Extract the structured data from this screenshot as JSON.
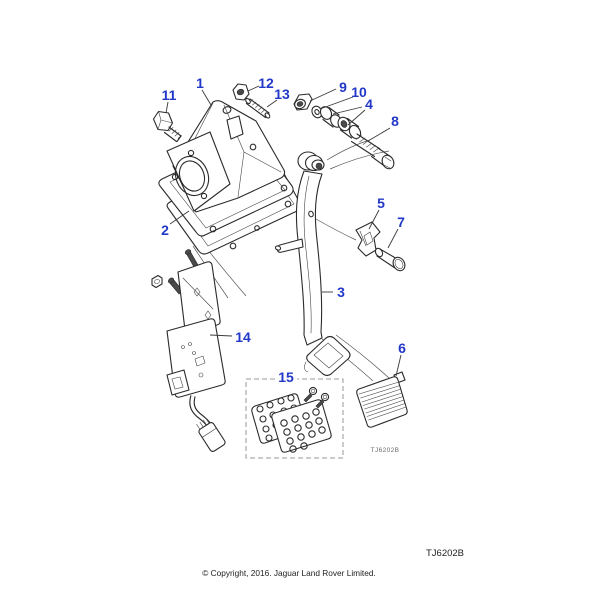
{
  "diagram": {
    "callouts": [
      {
        "num": "1"
      },
      {
        "num": "2"
      },
      {
        "num": "3"
      },
      {
        "num": "4"
      },
      {
        "num": "5"
      },
      {
        "num": "6"
      },
      {
        "num": "7"
      },
      {
        "num": "8"
      },
      {
        "num": "9"
      },
      {
        "num": "10"
      },
      {
        "num": "11"
      },
      {
        "num": "12"
      },
      {
        "num": "13"
      },
      {
        "num": "14"
      },
      {
        "num": "15"
      }
    ],
    "inline_code": "TJ6202B"
  },
  "footer": {
    "drawing_code": "TJ6202B",
    "copyright": "© Copyright, 2016. Jaguar Land Rover Limited."
  },
  "colors": {
    "callout_blue": "#2238c8",
    "line": "#2b2b2b",
    "dashed_box": "#9a9a9a",
    "background": "#ffffff"
  }
}
